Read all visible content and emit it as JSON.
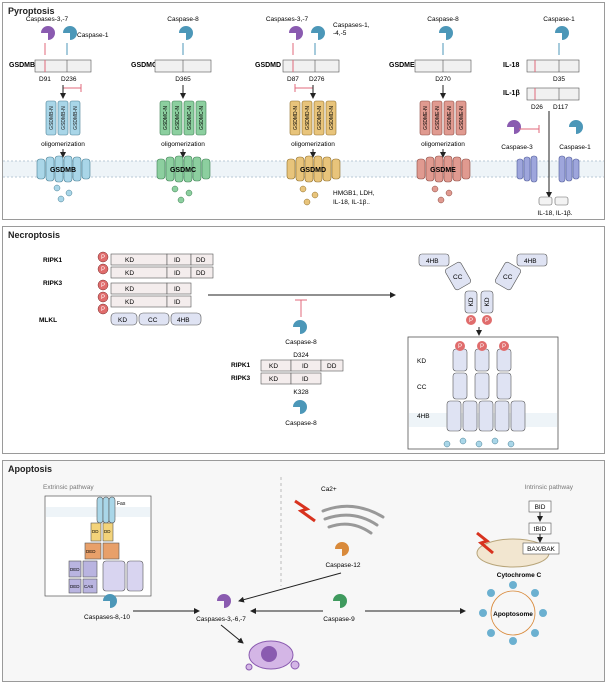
{
  "pyroptosis": {
    "title": "Pyroptosis",
    "gsdmb": {
      "protein": "GSDMB",
      "caspase_left": "Caspases-3,-7",
      "caspase_right": "Caspase-1",
      "site_left": "D91",
      "site_right": "D236",
      "n_label": "GSDMB-N",
      "pore": "GSDMB"
    },
    "gsdmc": {
      "protein": "GSDMC",
      "caspase": "Caspase-8",
      "site": "D365",
      "n_label": "GSDMC-N",
      "pore": "GSDMC"
    },
    "gsdmd": {
      "protein": "GSDMD",
      "caspase_left": "Caspases-3,-7",
      "caspase_right_1": "Caspases-1,",
      "caspase_right_2": "-4,-5",
      "site_left": "D87",
      "site_right": "D276",
      "n_label": "GSDMD-N",
      "pore": "GSDMD",
      "release_1": "HMGB1, LDH,",
      "release_2": "IL-18, IL-1β.."
    },
    "gsdme": {
      "protein": "GSDME",
      "caspase": "Caspase-8",
      "site": "D270",
      "n_label": "GSDME-N",
      "pore": "GSDME"
    },
    "il": {
      "caspase_top": "Caspase-1",
      "il18": "IL-18",
      "il18_site": "D35",
      "il1b": "IL-1β",
      "il1b_site_left": "D26",
      "il1b_site_right": "D117",
      "caspase3": "Caspase-3",
      "caspase1": "Caspase-1",
      "release": "IL-18, IL-1β."
    },
    "oligomerization": "oligomerization"
  },
  "necroptosis": {
    "title": "Necroptosis",
    "ripk1": "RIPK1",
    "ripk3": "RIPK3",
    "mlkl": "MLKL",
    "kd": "KD",
    "id": "ID",
    "dd": "DD",
    "cc": "CC",
    "fourhb": "4HB",
    "p": "P",
    "caspase8_top": "Caspase-8",
    "site_d324": "D324",
    "site_k328": "K328",
    "caspase8_bottom": "Caspase-8"
  },
  "apoptosis": {
    "title": "Apoptosis",
    "extrinsic": "Extrinsic pathway",
    "intrinsic": "Intrinsic pathway",
    "fas": "Fas",
    "dd": "DD",
    "ded": "DED",
    "cas": "CAS",
    "ca2": "Ca2+",
    "caspase12": "Caspase-12",
    "caspase8_10": "Caspases-8,-10",
    "caspase3_6_7": "Caspases-3,-6,-7",
    "caspase9": "Caspase-9",
    "bid": "BID",
    "tbid": "tBID",
    "baxbak": "BAX/BAK",
    "cytochrome": "Cytochrome C",
    "apoptosome": "Apoptosome"
  },
  "colors": {
    "caspase_purple": "#8a5bb0",
    "caspase_blue": "#4c97b8",
    "caspase_orange": "#d98a3b",
    "caspase_green": "#3f9a5e",
    "gsdmb": "#a9d6e8",
    "gsdmc": "#8ccf9f",
    "gsdmd": "#e8c47b",
    "gsdme": "#e09a90",
    "il_pore": "#9ea6dc",
    "inhibit": "#e0697b"
  }
}
